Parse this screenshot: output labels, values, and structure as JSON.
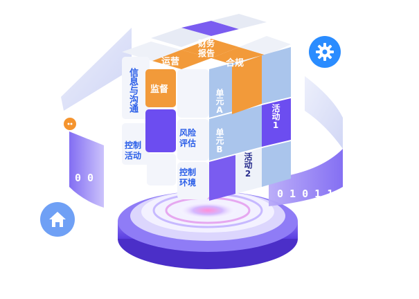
{
  "cube_labels": {
    "top_left": "运营",
    "top_center": "财务报告",
    "top_right": "合规",
    "supervision": "监督",
    "info_comm": "信息与沟通",
    "control_activities": "控制活动",
    "risk_assessment": "风险评估",
    "control_environment": "控制环境",
    "unit_a": "单元A",
    "unit_b": "单元B",
    "activity_1": "活动1",
    "activity_2": "活动2"
  },
  "ring": {
    "left_binary": "0 0",
    "right_binary": "0 1 0 1 1"
  },
  "icons": {
    "home": "home-icon",
    "settings": "gear-icon",
    "small_badge": "dots-icon"
  },
  "colors": {
    "orange": "#f5942e",
    "purple": "#6c4df0",
    "violet_light": "#8a78f5",
    "light_blue": "#a9c4ea",
    "white_tile": "#f1f4fa",
    "accent_blue": "#2a8cff"
  }
}
